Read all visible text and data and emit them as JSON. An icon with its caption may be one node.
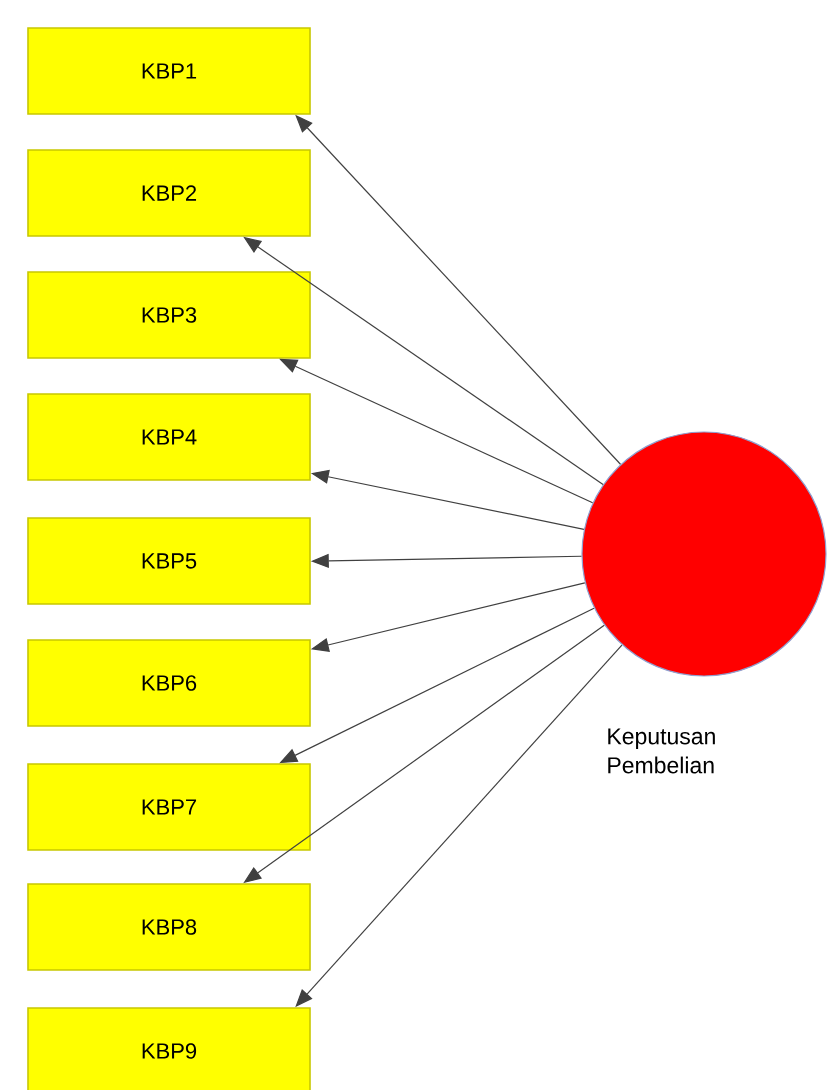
{
  "diagram": {
    "nodes": [
      {
        "text": [
          "KBP1"
        ]
      },
      {
        "text": [
          "KBP2"
        ]
      },
      {
        "text": [
          "KBP3"
        ]
      },
      {
        "text": [
          "KBP4"
        ]
      },
      {
        "text": [
          "KBP5"
        ]
      },
      {
        "text": [
          "KBP6"
        ]
      },
      {
        "text": [
          "KBP7"
        ]
      },
      {
        "text": [
          "KBP8"
        ]
      },
      {
        "text": [
          "KBP9"
        ]
      },
      {
        "text": [
          "Keputusan Pembelian"
        ]
      }
    ],
    "edges": [
      {
        "from": 9,
        "to": 0,
        "arrow": "to"
      },
      {
        "from": 9,
        "to": 1,
        "arrow": "to"
      },
      {
        "from": 9,
        "to": 2,
        "arrow": "to"
      },
      {
        "from": 9,
        "to": 3,
        "arrow": "to"
      },
      {
        "from": 9,
        "to": 4,
        "arrow": "to"
      },
      {
        "from": 9,
        "to": 5,
        "arrow": "to"
      },
      {
        "from": 9,
        "to": 6,
        "arrow": "to"
      },
      {
        "from": 9,
        "to": 7,
        "arrow": "to"
      },
      {
        "from": 9,
        "to": 8,
        "arrow": "to"
      }
    ]
  }
}
